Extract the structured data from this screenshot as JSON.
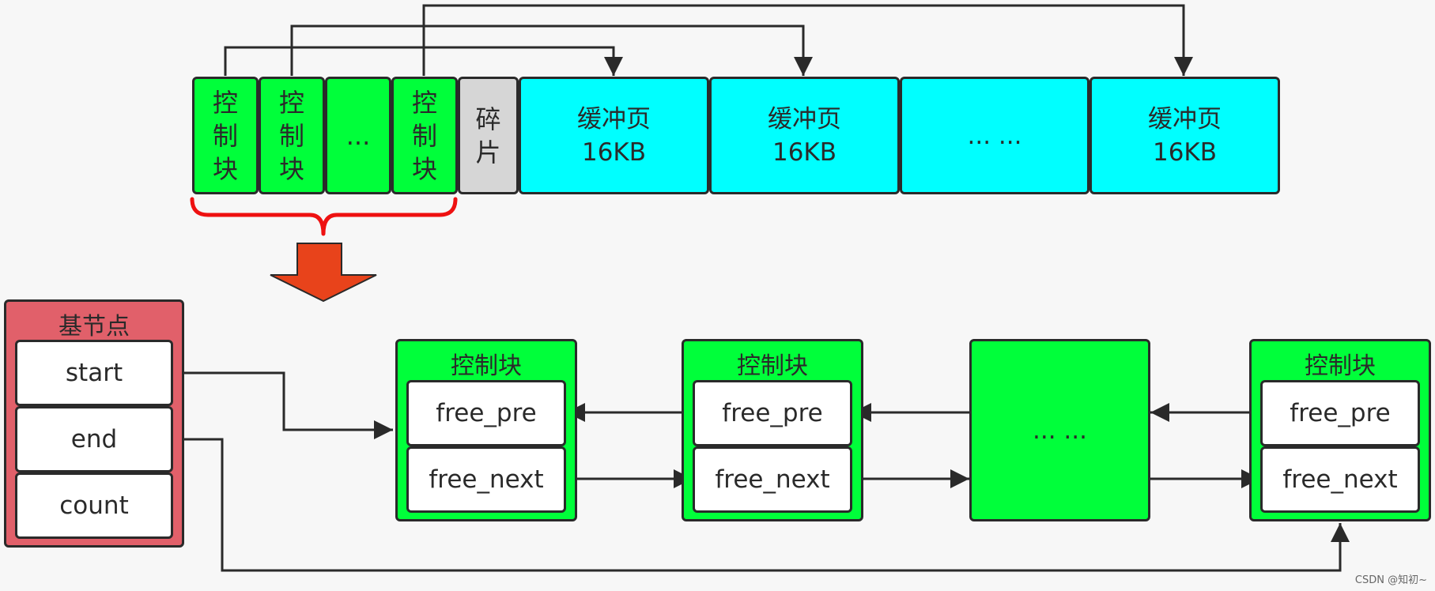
{
  "memory_layout": {
    "control_block_label": "控\n制\n块",
    "ellipsis_small": "...",
    "fragment_label": "碎\n片",
    "buffer_page_label": "缓冲页\n16KB",
    "buffer_ellipsis": "... ..."
  },
  "base_node": {
    "title": "基节点",
    "fields": [
      "start",
      "end",
      "count"
    ]
  },
  "free_list": {
    "node_title": "控制块",
    "field_pre": "free_pre",
    "field_next": "free_next",
    "ellipsis": "... ..."
  },
  "colors": {
    "control_block": "#00ff3a",
    "buffer_page": "#00ffff",
    "fragment": "#d6d6d6",
    "base_node": "#e1606a",
    "brace": "#ee1111",
    "down_arrow": "#e8431b"
  },
  "watermark": "CSDN @知初~"
}
